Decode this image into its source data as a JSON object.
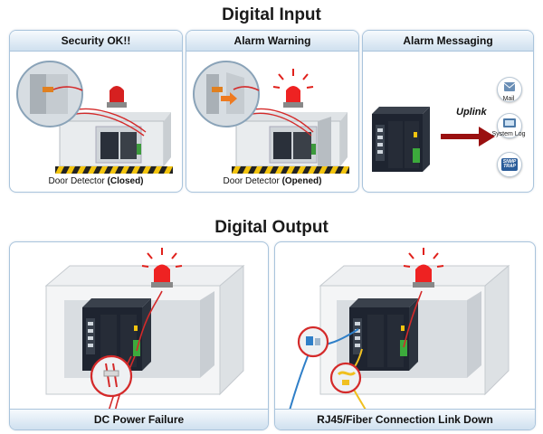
{
  "digital_input": {
    "title": "Digital Input",
    "panels": [
      {
        "label": "Security OK!!",
        "caption_prefix": "Door Detector ",
        "caption_state": "(Closed)"
      },
      {
        "label": "Alarm Warning",
        "caption_prefix": "Door Detector ",
        "caption_state": "(Opened)"
      },
      {
        "label": "Alarm Messaging"
      }
    ],
    "uplink_label": "Uplink",
    "targets": [
      {
        "icon": "mail-icon",
        "label": "Mail"
      },
      {
        "icon": "system-log-icon",
        "label": "System Log"
      },
      {
        "icon": "snmp-trap-icon",
        "label": "",
        "icon_text": "SNMP TRAP"
      }
    ]
  },
  "digital_output": {
    "title": "Digital Output",
    "panels": [
      {
        "label": "DC Power Failure"
      },
      {
        "label": "RJ45/Fiber Connection Link Down"
      }
    ]
  },
  "colors": {
    "panel_border": "#a9c4dc",
    "alarm_red": "#e0201b",
    "switch_dark": "#1e2430",
    "cable_red": "#d42a2a",
    "cable_blue": "#2f7fc8",
    "cable_yellow": "#f0c020",
    "arrow": "#9a1010"
  }
}
